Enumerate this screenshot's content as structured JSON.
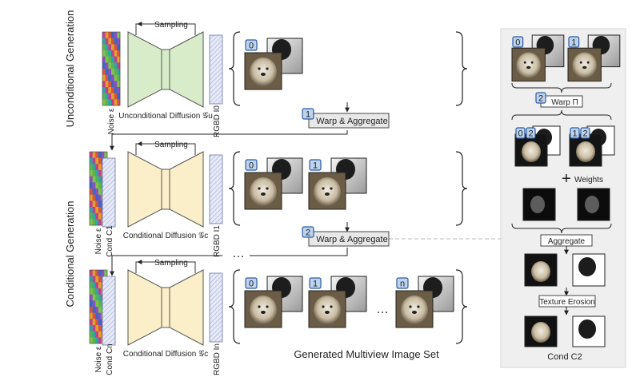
{
  "sections": {
    "unconditional": "Unconditional Generation",
    "conditional": "Conditional Generation"
  },
  "rows": [
    {
      "noise_label": "Noise ε",
      "sampling_label": "Sampling",
      "diffusion_label": "Unconditional Diffusion 𝒢u",
      "rgbd_label": "RGBD I0",
      "views": [
        "0"
      ],
      "row_color": "#d8ecc9"
    },
    {
      "noise_label": "Noise ε",
      "cond_label": "Cond C1",
      "sampling_label": "Sampling",
      "diffusion_label": "Conditional Diffusion 𝒢c",
      "rgbd_label": "RGBD I1",
      "views": [
        "0",
        "1"
      ],
      "row_color": "#fbefc9"
    },
    {
      "noise_label": "Noise ε",
      "cond_label": "Cond Cn",
      "sampling_label": "Sampling",
      "diffusion_label": "Conditional Diffusion 𝒢c",
      "rgbd_label": "RGBD In",
      "views": [
        "0",
        "1",
        "n"
      ],
      "row_color": "#fbefc9"
    }
  ],
  "warp_boxes": [
    {
      "index": "1",
      "label": "Warp & Aggregate"
    },
    {
      "index": "2",
      "label": "Warp & Aggregate"
    }
  ],
  "ellipsis": "…",
  "multiview_caption": "Generated Multiview Image Set",
  "panel": {
    "warp_label": "Warp Π",
    "warp_index": "2",
    "weights_label": "Weights",
    "plus": "+",
    "aggregate_label": "Aggregate",
    "texture_erosion_label": "Texture Erosion",
    "cond_label": "Cond C2",
    "top_views": [
      "0",
      "1"
    ],
    "warped_tags": [
      [
        "0",
        "2"
      ],
      [
        "1",
        "2"
      ]
    ]
  },
  "colors": {
    "badge_fill": "#bcd3ee",
    "badge_stroke": "#2d5aa0",
    "box_fill": "#e8e8e8",
    "panel_fill": "#efefef",
    "rgbd_fill": "#e4e8f6",
    "dog": "#cfc3ad",
    "depth": "#bdbdbd"
  }
}
